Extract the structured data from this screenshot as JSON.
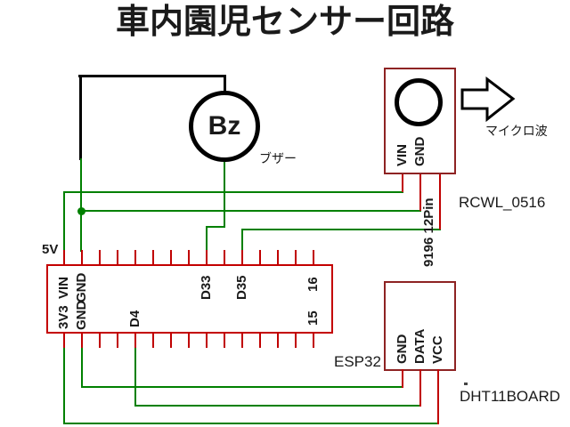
{
  "title": "車内園児センサー回路",
  "colors": {
    "wire_black": "#000000",
    "wire_green": "#008000",
    "pin_red": "#c00000",
    "module_border": "#8e2323",
    "esp32_border": "#c40000",
    "text": "#1a1a1a"
  },
  "buzzer": {
    "symbol": "Bz",
    "caption": "ブザー"
  },
  "power": {
    "label_5v": "5V"
  },
  "rcwl": {
    "caption": "RCWL_0516",
    "pin_vin": "VIN",
    "pin_gnd": "GND",
    "wire_note": "9196 12Pin",
    "arrow_caption": "マイクロ波"
  },
  "esp32": {
    "caption": "ESP32",
    "top_pin_count": 15,
    "bottom_pin_count": 15,
    "pin_labels": {
      "vin": "VIN",
      "v33": "3V3",
      "gnd_top": "GND",
      "gnd_bottom": "GND",
      "d4": "D4",
      "d33": "D33",
      "d35": "D35",
      "io16": "16",
      "io15": "15"
    }
  },
  "dht11": {
    "caption": "DHT11BOARD",
    "pin_gnd": "GND",
    "pin_data": "DATA",
    "pin_vcc": "VCC"
  }
}
